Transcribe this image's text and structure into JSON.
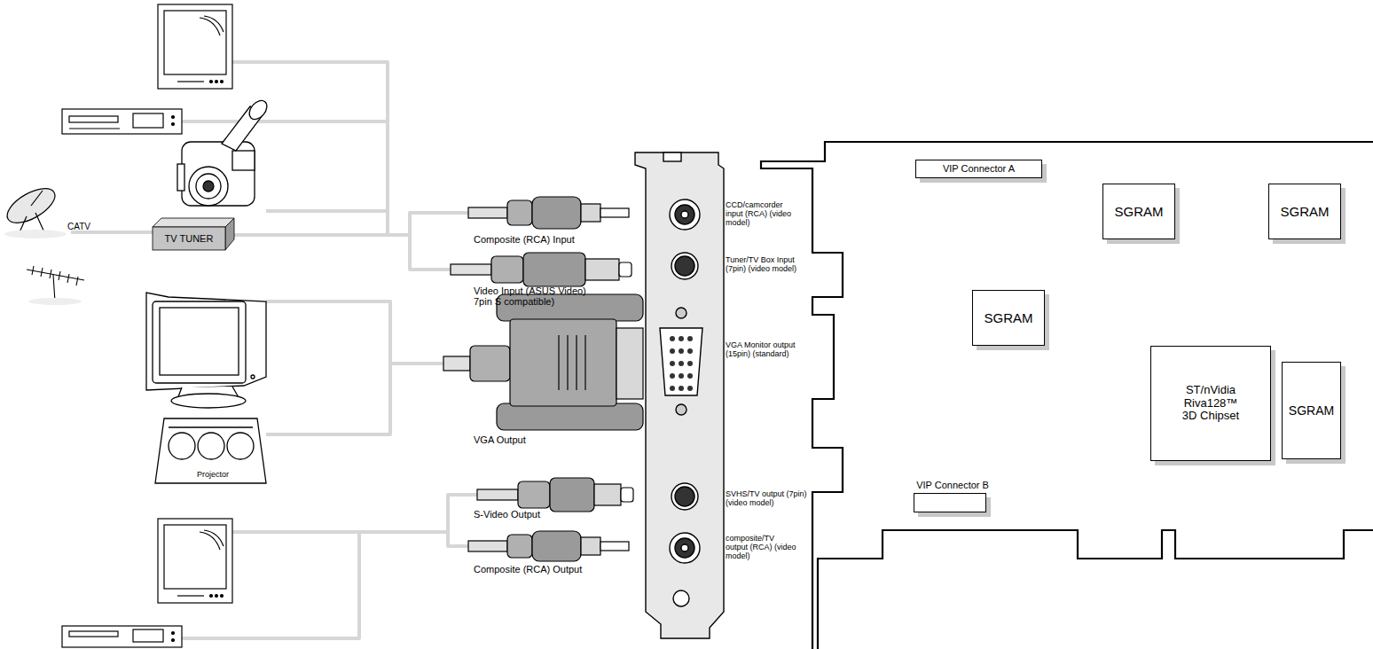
{
  "diagram": {
    "nodes": [
      {
        "text": [
          "TV TUNER"
        ]
      },
      {
        "text": [
          "VIP Connector A"
        ]
      },
      {
        "text": [
          "SGRAM"
        ]
      },
      {
        "text": [
          "SGRAM"
        ]
      },
      {
        "text": [
          "SGRAM"
        ]
      },
      {
        "text": [
          "ST/nVidia Riva128™ 3D Chipset"
        ]
      },
      {
        "text": [
          "SGRAM"
        ]
      },
      {
        "text": [
          "VIP Connector B"
        ]
      }
    ],
    "labels": [
      "CATV",
      "Projector",
      "Composite (RCA) Input",
      "Video Input (ASUS Video) 7pin S compatible)",
      "VGA Output",
      "S-Video Output",
      "Composite (RCA) Output",
      "CCD/camcorder input (RCA) (video model)",
      "Tuner/TV Box Input (7pin) (video model)",
      "VGA Monitor output (15pin) (standard)",
      "SVHS/TV output (7pin) (video model)",
      "composite/TV output (RCA) (video model)"
    ]
  }
}
